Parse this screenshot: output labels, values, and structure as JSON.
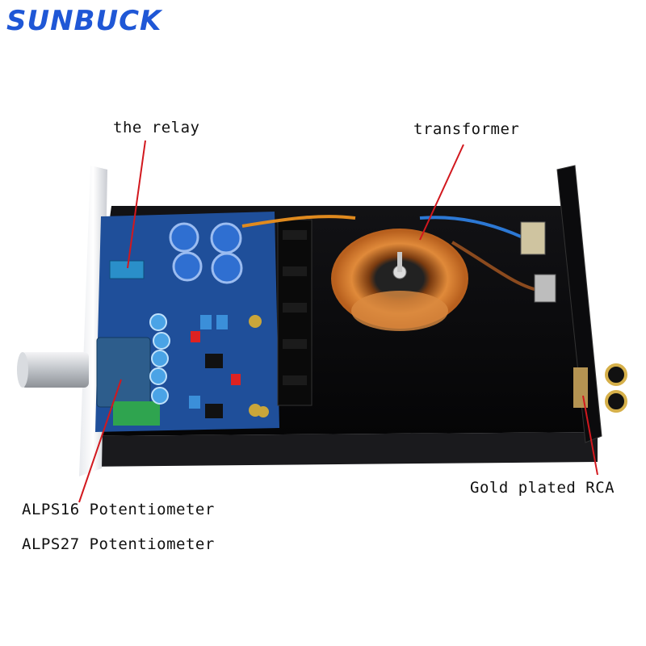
{
  "brand": {
    "name": "SUNBUCK",
    "color": "#1f57d6"
  },
  "callouts": {
    "relay": "the relay",
    "transformer": "transformer",
    "rca": "Gold plated RCA",
    "alps16": "ALPS16 Potentiometer",
    "alps27": "ALPS27 Potentiometer"
  },
  "colors": {
    "leader_line": "#d2181e",
    "chassis": "#0d0d0f",
    "pcb": "#1f4f9a",
    "transformer_winding": "#d9822b"
  }
}
